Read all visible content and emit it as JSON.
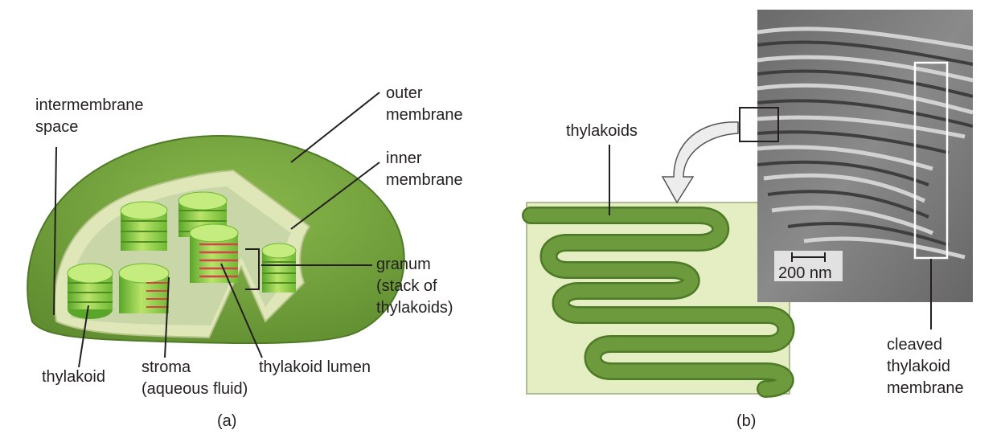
{
  "panel_a": {
    "caption": "(a)",
    "labels": {
      "intermembrane_space": [
        "intermembrane",
        "space"
      ],
      "outer_membrane": [
        "outer",
        "membrane"
      ],
      "inner_membrane": [
        "inner",
        "membrane"
      ],
      "granum": [
        "granum",
        "(stack of",
        "thylakoids)"
      ],
      "thylakoid": "thylakoid",
      "stroma": [
        "stroma",
        "(aqueous fluid)"
      ],
      "thylakoid_lumen": "thylakoid lumen"
    }
  },
  "panel_b": {
    "caption": "(b)",
    "labels": {
      "thylakoids": "thylakoids",
      "scale_bar": "200 nm",
      "cleaved_thylakoid_membrane": [
        "cleaved",
        "thylakoid",
        "membrane"
      ]
    }
  },
  "colors": {
    "outer_membrane": "#6c9a38",
    "inner_band": "#dfe7b8",
    "stroma": "#c9d6a7",
    "granum_light": "#b9e46a",
    "granum_dark": "#5aa62a",
    "lumen_stripe": "#d8404a",
    "thylakoid_tube": "#6d9a3c",
    "thylakoid_tube_edge": "#4d7a26",
    "panel_b_background": "#e4eec2",
    "micrograph_gray": "#7c7c7c",
    "arrow_fill": "#ededed"
  }
}
